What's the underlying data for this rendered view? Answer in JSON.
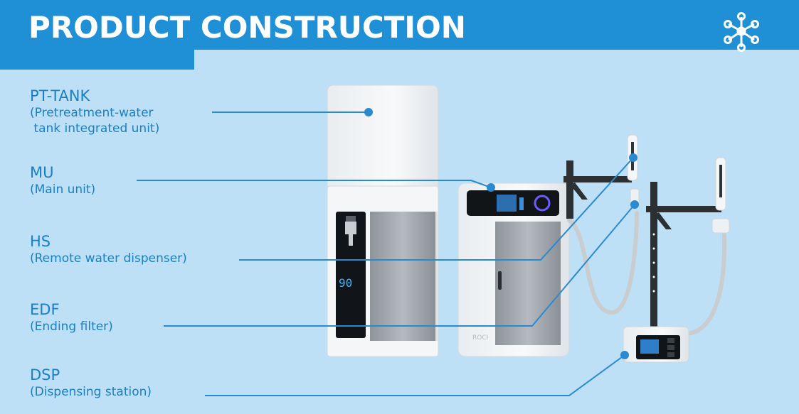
{
  "header": {
    "title": "PRODUCT CONSTRUCTION",
    "logo_icon": "molecule-network-icon"
  },
  "colors": {
    "banner": "#1f8fd6",
    "background": "#bde0f6",
    "label_text": "#1a7fc4",
    "leader_line": "#2a8ad0"
  },
  "components": [
    {
      "name": "PT-TANK",
      "desc_lines": [
        "(Pretreatment-water",
        " tank integrated unit)"
      ]
    },
    {
      "name": "MU",
      "desc_lines": [
        "(Main unit)"
      ]
    },
    {
      "name": "HS",
      "desc_lines": [
        "(Remote water dispenser)"
      ]
    },
    {
      "name": "EDF",
      "desc_lines": [
        "(Ending filter)"
      ]
    },
    {
      "name": "DSP",
      "desc_lines": [
        "(Dispensing station)"
      ]
    }
  ],
  "device": {
    "display_reading": "90",
    "brand_mark": "ROCI"
  }
}
